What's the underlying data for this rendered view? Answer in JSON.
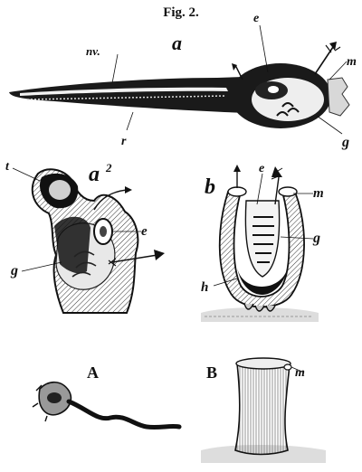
{
  "figure": {
    "title": "Fig. 2."
  },
  "panels": {
    "a": {
      "letter": "a",
      "labels": {
        "nv": "nv.",
        "e": "e",
        "m": "m",
        "r": "r",
        "g": "g"
      }
    },
    "a2": {
      "letter": "a",
      "superscript": "2",
      "labels": {
        "t": "t",
        "e": "e",
        "g": "g"
      }
    },
    "b": {
      "letter": "b",
      "labels": {
        "e": "e",
        "m": "m",
        "g": "g",
        "h": "h"
      }
    },
    "A": {
      "letter": "A"
    },
    "B": {
      "letter": "B",
      "labels": {
        "m": "m"
      }
    }
  }
}
